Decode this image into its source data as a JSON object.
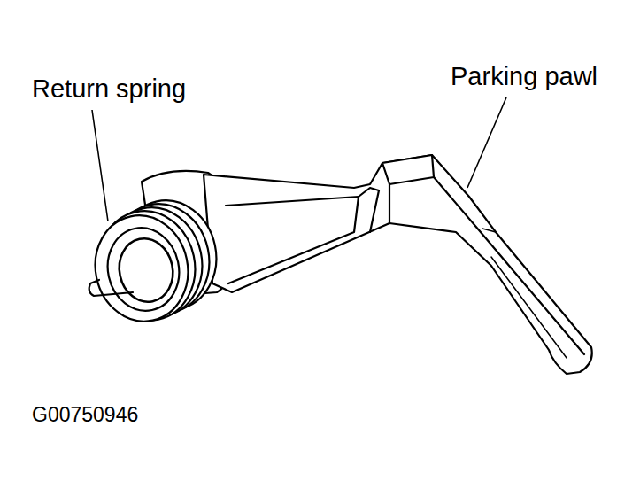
{
  "diagram": {
    "labels": [
      "Return spring",
      "Parking pawl",
      "G00750946"
    ]
  }
}
